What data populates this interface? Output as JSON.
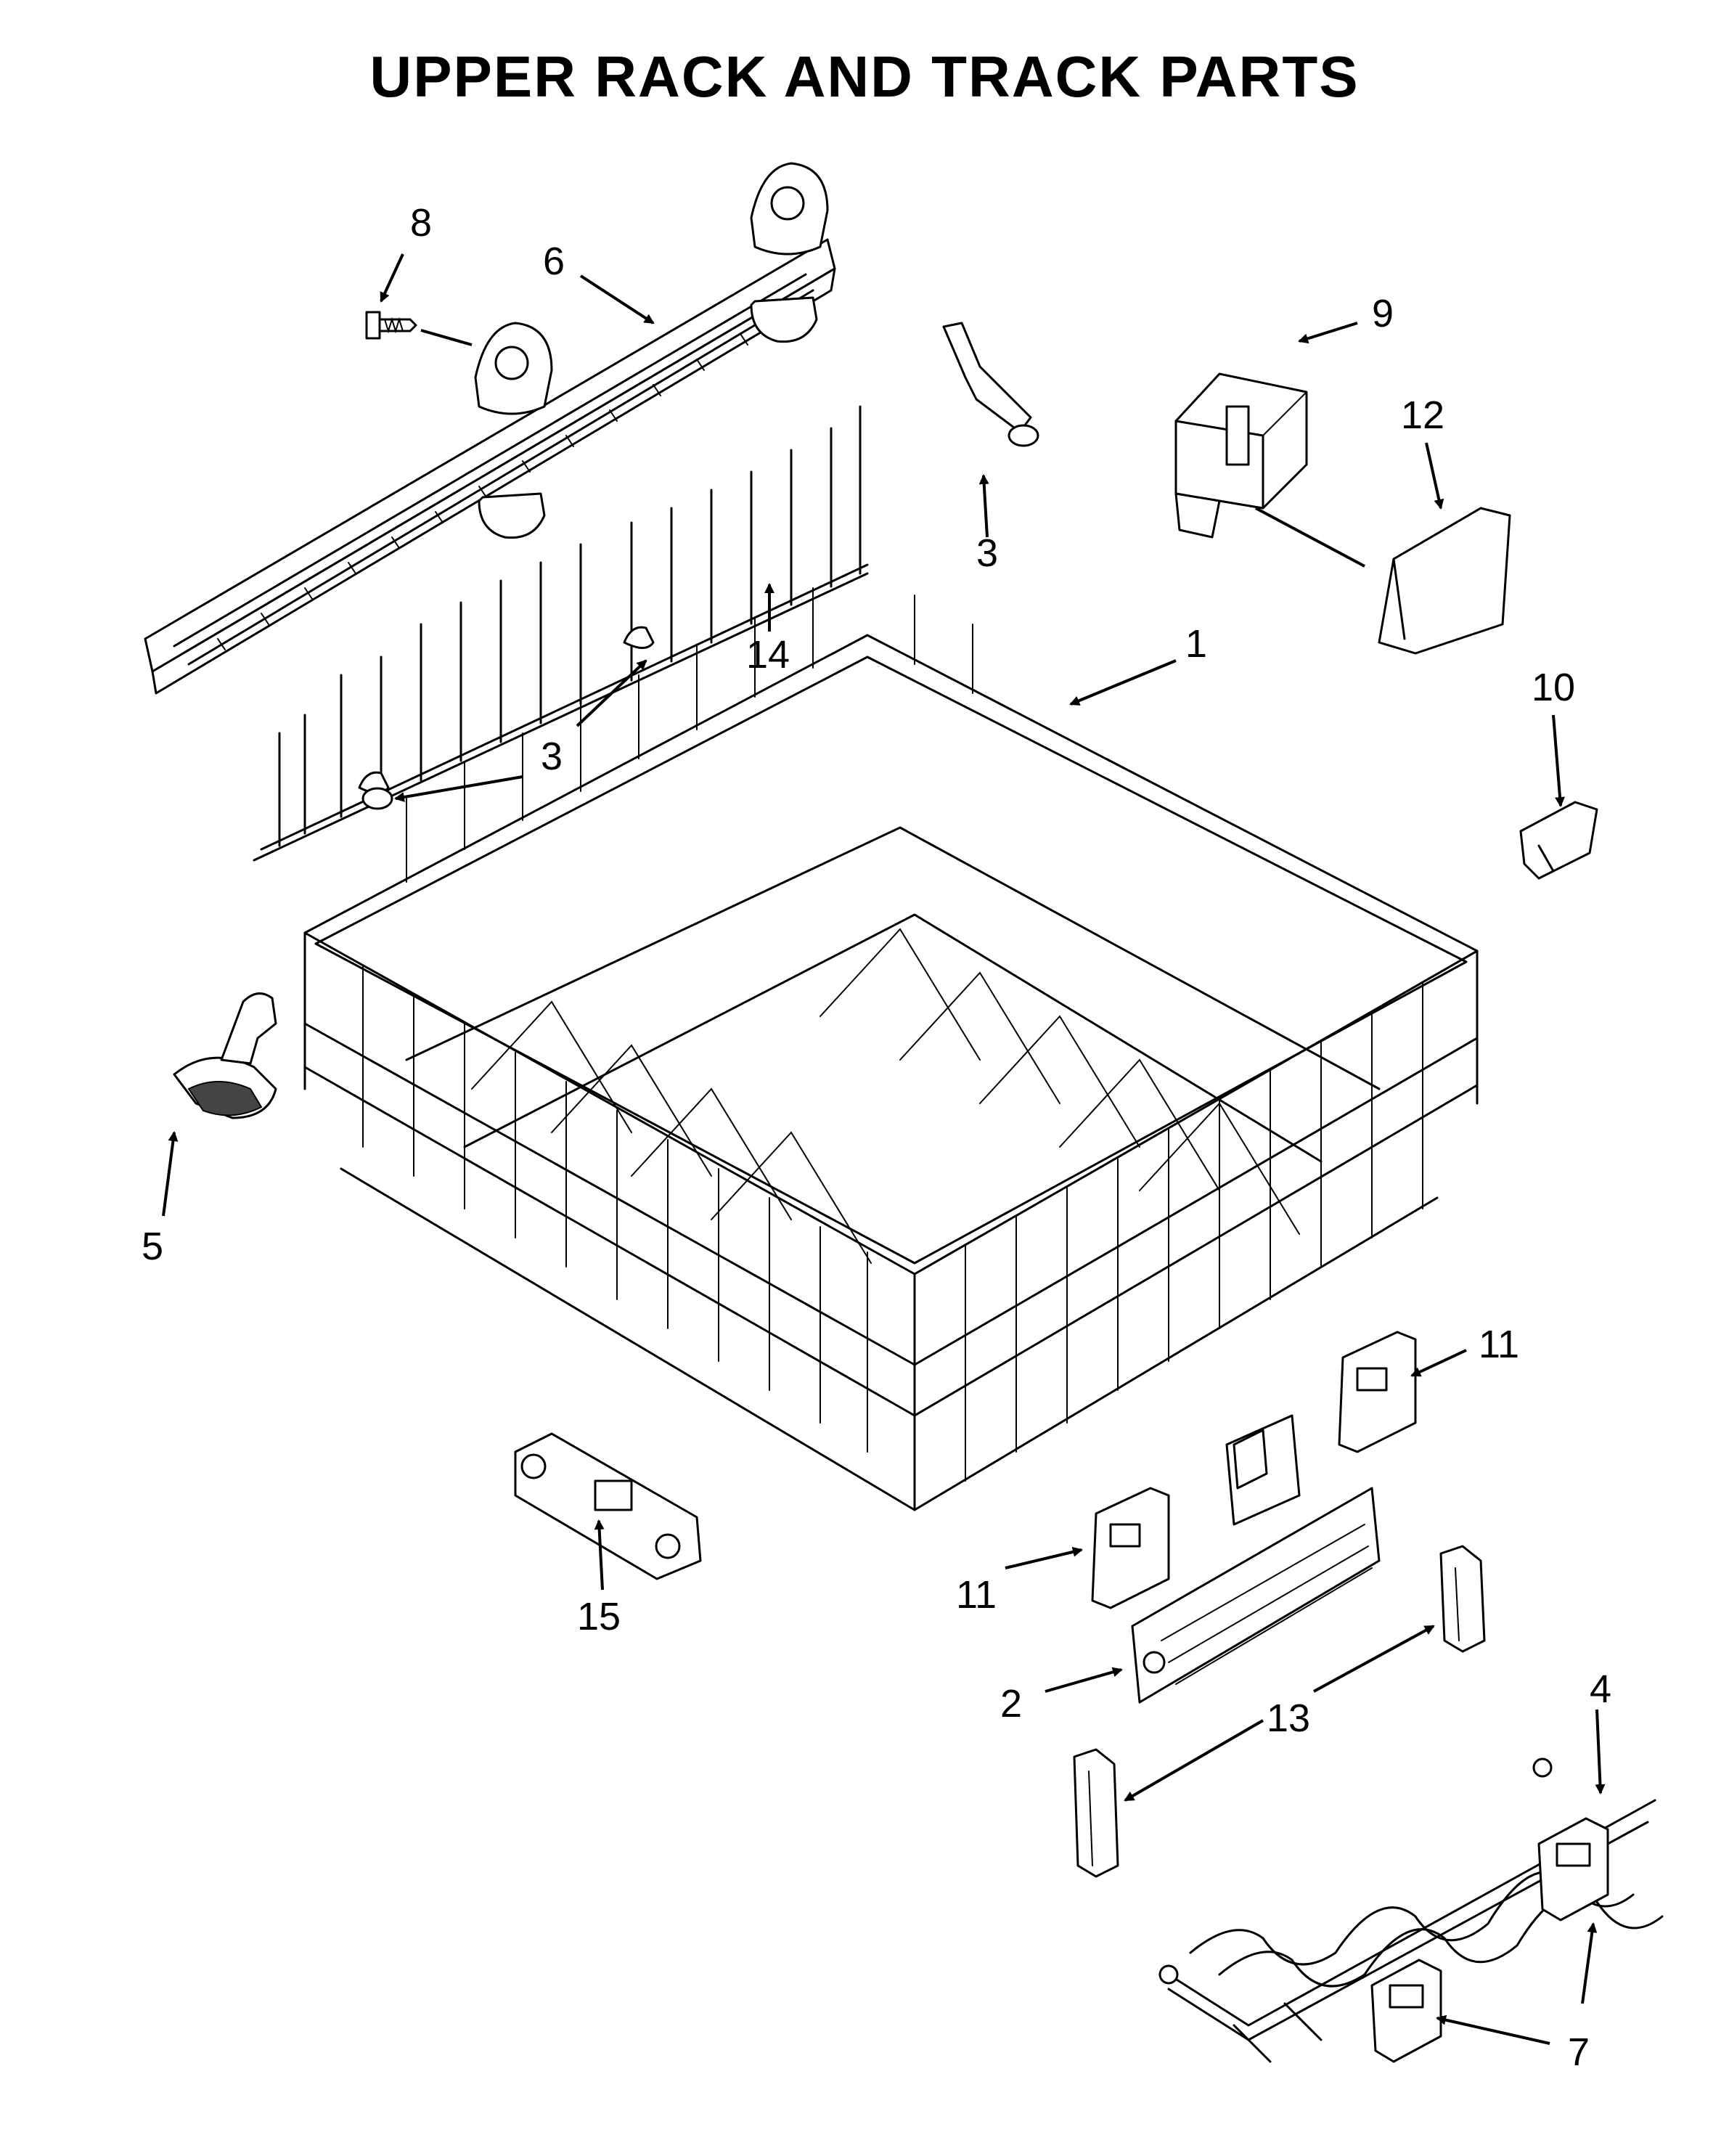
{
  "title": "UPPER RACK AND TRACK PARTS",
  "callouts": [
    {
      "id": "c8",
      "label": "8"
    },
    {
      "id": "c6",
      "label": "6"
    },
    {
      "id": "c9",
      "label": "9"
    },
    {
      "id": "c12",
      "label": "12"
    },
    {
      "id": "c3a",
      "label": "3"
    },
    {
      "id": "c14",
      "label": "14"
    },
    {
      "id": "c1",
      "label": "1"
    },
    {
      "id": "c3b",
      "label": "3"
    },
    {
      "id": "c10",
      "label": "10"
    },
    {
      "id": "c5",
      "label": "5"
    },
    {
      "id": "c11a",
      "label": "11"
    },
    {
      "id": "c11b",
      "label": "11"
    },
    {
      "id": "c15",
      "label": "15"
    },
    {
      "id": "c2",
      "label": "2"
    },
    {
      "id": "c13",
      "label": "13"
    },
    {
      "id": "c4",
      "label": "4"
    },
    {
      "id": "c7",
      "label": "7"
    }
  ],
  "colors": {
    "ink": "#000000",
    "paper": "#ffffff"
  }
}
